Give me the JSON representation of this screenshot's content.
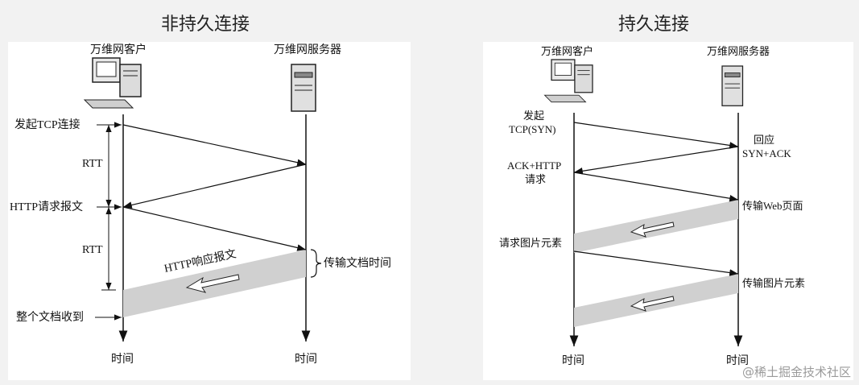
{
  "left": {
    "title": "非持久连接",
    "client": "万维网客户",
    "server": "万维网服务器",
    "lbl_tcp": "发起TCP连接",
    "lbl_rtt1": "RTT",
    "lbl_http_req": "HTTP请求报文",
    "lbl_rtt2": "RTT",
    "lbl_resp": "HTTP响应报文",
    "lbl_transfer": "传输文档时间",
    "lbl_received": "整个文档收到",
    "time_client": "时间",
    "time_server": "时间"
  },
  "right": {
    "title": "持久连接",
    "client": "万维网客户",
    "server": "万维网服务器",
    "lbl_syn_1": "发起",
    "lbl_syn_2": "TCP(SYN)",
    "lbl_synack_1": "回应",
    "lbl_synack_2": "SYN+ACK",
    "lbl_ack_1": "ACK+HTTP",
    "lbl_ack_2": "请求",
    "lbl_web": "传输Web页面",
    "lbl_img_req": "请求图片元素",
    "lbl_img_send": "传输图片元素",
    "time_client": "时间",
    "time_server": "时间"
  },
  "watermark": "@稀土掘金技术社区",
  "colors": {
    "band": "#d0d0d0",
    "line": "#111111",
    "panel": "#ffffff",
    "background": "#f2f2f2"
  },
  "icons": [
    "computer-icon",
    "server-icon"
  ]
}
